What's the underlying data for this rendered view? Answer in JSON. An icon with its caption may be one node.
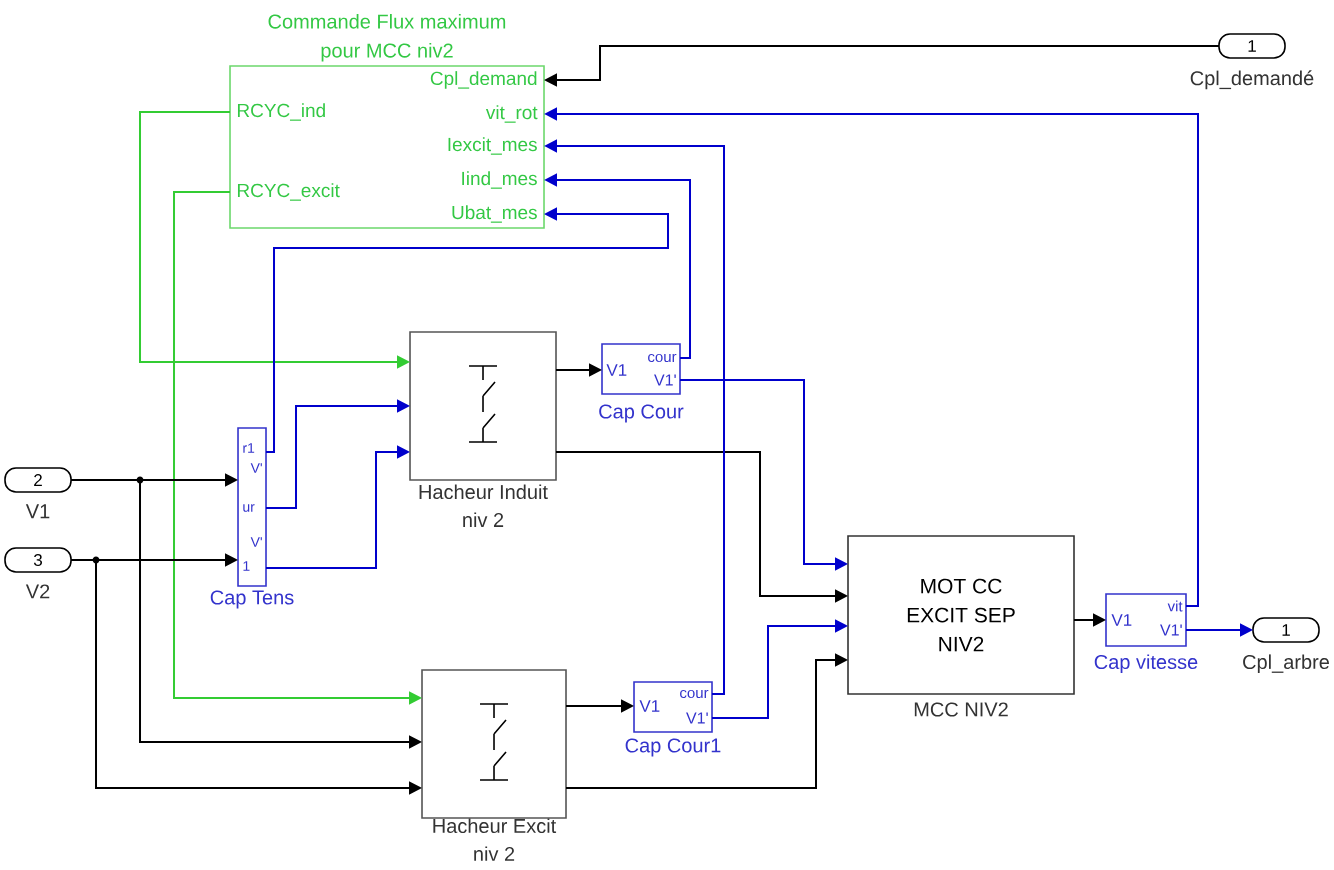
{
  "diagram": {
    "nodes": [
      {
        "text": [
          "Commande Flux maximum pour MCC niv2",
          "Cpl_demand",
          "RCYC_ind",
          "vit_rot",
          "Iexcit_mes",
          "RCYC_excit",
          "Iind_mes",
          "Ubat_mes"
        ]
      },
      {
        "text": [
          "1"
        ],
        "beside": [
          "Cpl_demandé"
        ]
      },
      {
        "text": [],
        "shape": "box",
        "beside": [
          "Hacheur Induit niv 2"
        ]
      },
      {
        "text": [
          "V1",
          "cour",
          "V1'"
        ],
        "beside": [
          "Cap Cour"
        ]
      },
      {
        "text": [
          "r1",
          "V'",
          "ur",
          "V'",
          "1"
        ],
        "beside": [
          "Cap Tens"
        ]
      },
      {
        "text": [
          "2"
        ],
        "beside": [
          "V1"
        ]
      },
      {
        "text": [
          "MOT CC EXCIT SEP NIV2"
        ],
        "beside": [
          "MCC NIV2"
        ]
      },
      {
        "text": [
          "3"
        ],
        "beside": [
          "V2"
        ]
      },
      {
        "text": [
          "V1",
          "vit",
          "V1'"
        ],
        "beside": [
          "Cap vitesse"
        ]
      },
      {
        "text": [
          "1"
        ],
        "beside": [
          "Cpl_arbre"
        ]
      },
      {
        "text": [],
        "shape": "box",
        "beside": [
          "Hacheur Excit niv 2"
        ]
      },
      {
        "text": [
          "V1",
          "cour",
          "V1'"
        ],
        "beside": [
          "Cap Cour1"
        ]
      }
    ],
    "edges": [
      {
        "from": 1,
        "to": 0,
        "arrow": "to"
      },
      {
        "from": 0,
        "to": 2,
        "arrow": "to",
        "color": "#33cc33"
      },
      {
        "from": 0,
        "to": 10,
        "arrow": "to",
        "color": "#33cc33"
      },
      {
        "from": 5,
        "to": 4,
        "arrow": "to"
      },
      {
        "from": 5,
        "to": 10,
        "arrow": "to"
      },
      {
        "from": 7,
        "to": 4,
        "arrow": "to"
      },
      {
        "from": 7,
        "to": 10,
        "arrow": "to"
      },
      {
        "from": 4,
        "to": 0,
        "arrow": "to",
        "color": "#0000cc"
      },
      {
        "from": 4,
        "to": 2,
        "arrow": "to",
        "color": "#0000cc"
      },
      {
        "from": 4,
        "to": 2,
        "arrow": "to",
        "color": "#0000cc"
      },
      {
        "from": 2,
        "to": 3,
        "arrow": "to"
      },
      {
        "from": 2,
        "to": 6,
        "arrow": "to"
      },
      {
        "from": 3,
        "to": 0,
        "arrow": "to",
        "color": "#0000cc"
      },
      {
        "from": 3,
        "to": 6,
        "arrow": "to",
        "color": "#0000cc"
      },
      {
        "from": 10,
        "to": 11,
        "arrow": "to"
      },
      {
        "from": 10,
        "to": 6,
        "arrow": "to"
      },
      {
        "from": 11,
        "to": 0,
        "arrow": "to",
        "color": "#0000cc"
      },
      {
        "from": 11,
        "to": 6,
        "arrow": "to",
        "color": "#0000cc"
      },
      {
        "from": 6,
        "to": 8,
        "arrow": "to"
      },
      {
        "from": 8,
        "to": 0,
        "arrow": "to",
        "color": "#0000cc"
      },
      {
        "from": 8,
        "to": 9,
        "arrow": "to",
        "color": "#0000cc"
      }
    ]
  }
}
